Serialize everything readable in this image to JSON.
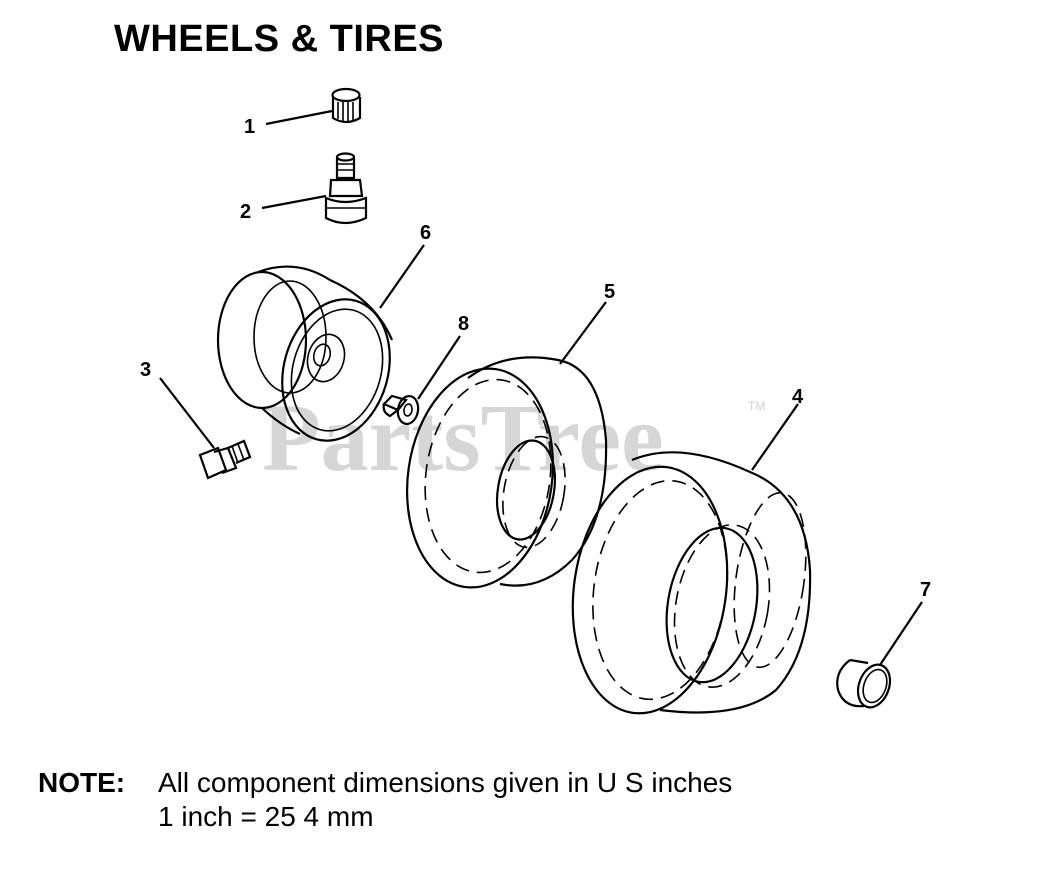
{
  "title": "WHEELS & TIRES",
  "watermark": {
    "text": "PartsTree",
    "trademark": "TM"
  },
  "callouts": [
    "1",
    "2",
    "3",
    "4",
    "5",
    "6",
    "7",
    "8"
  ],
  "note": {
    "label": "NOTE:",
    "line1": "All component dimensions given in U S  inches",
    "line2": "1 inch = 25 4 mm"
  },
  "parts": [
    {
      "callout": "1",
      "icon": "valve-cap-icon"
    },
    {
      "callout": "2",
      "icon": "valve-stem-icon"
    },
    {
      "callout": "3",
      "icon": "grease-fitting-icon"
    },
    {
      "callout": "4",
      "icon": "tire-icon"
    },
    {
      "callout": "5",
      "icon": "tire-icon"
    },
    {
      "callout": "6",
      "icon": "wheel-rim-icon"
    },
    {
      "callout": "7",
      "icon": "bushing-icon"
    },
    {
      "callout": "8",
      "icon": "flange-bearing-icon"
    }
  ]
}
